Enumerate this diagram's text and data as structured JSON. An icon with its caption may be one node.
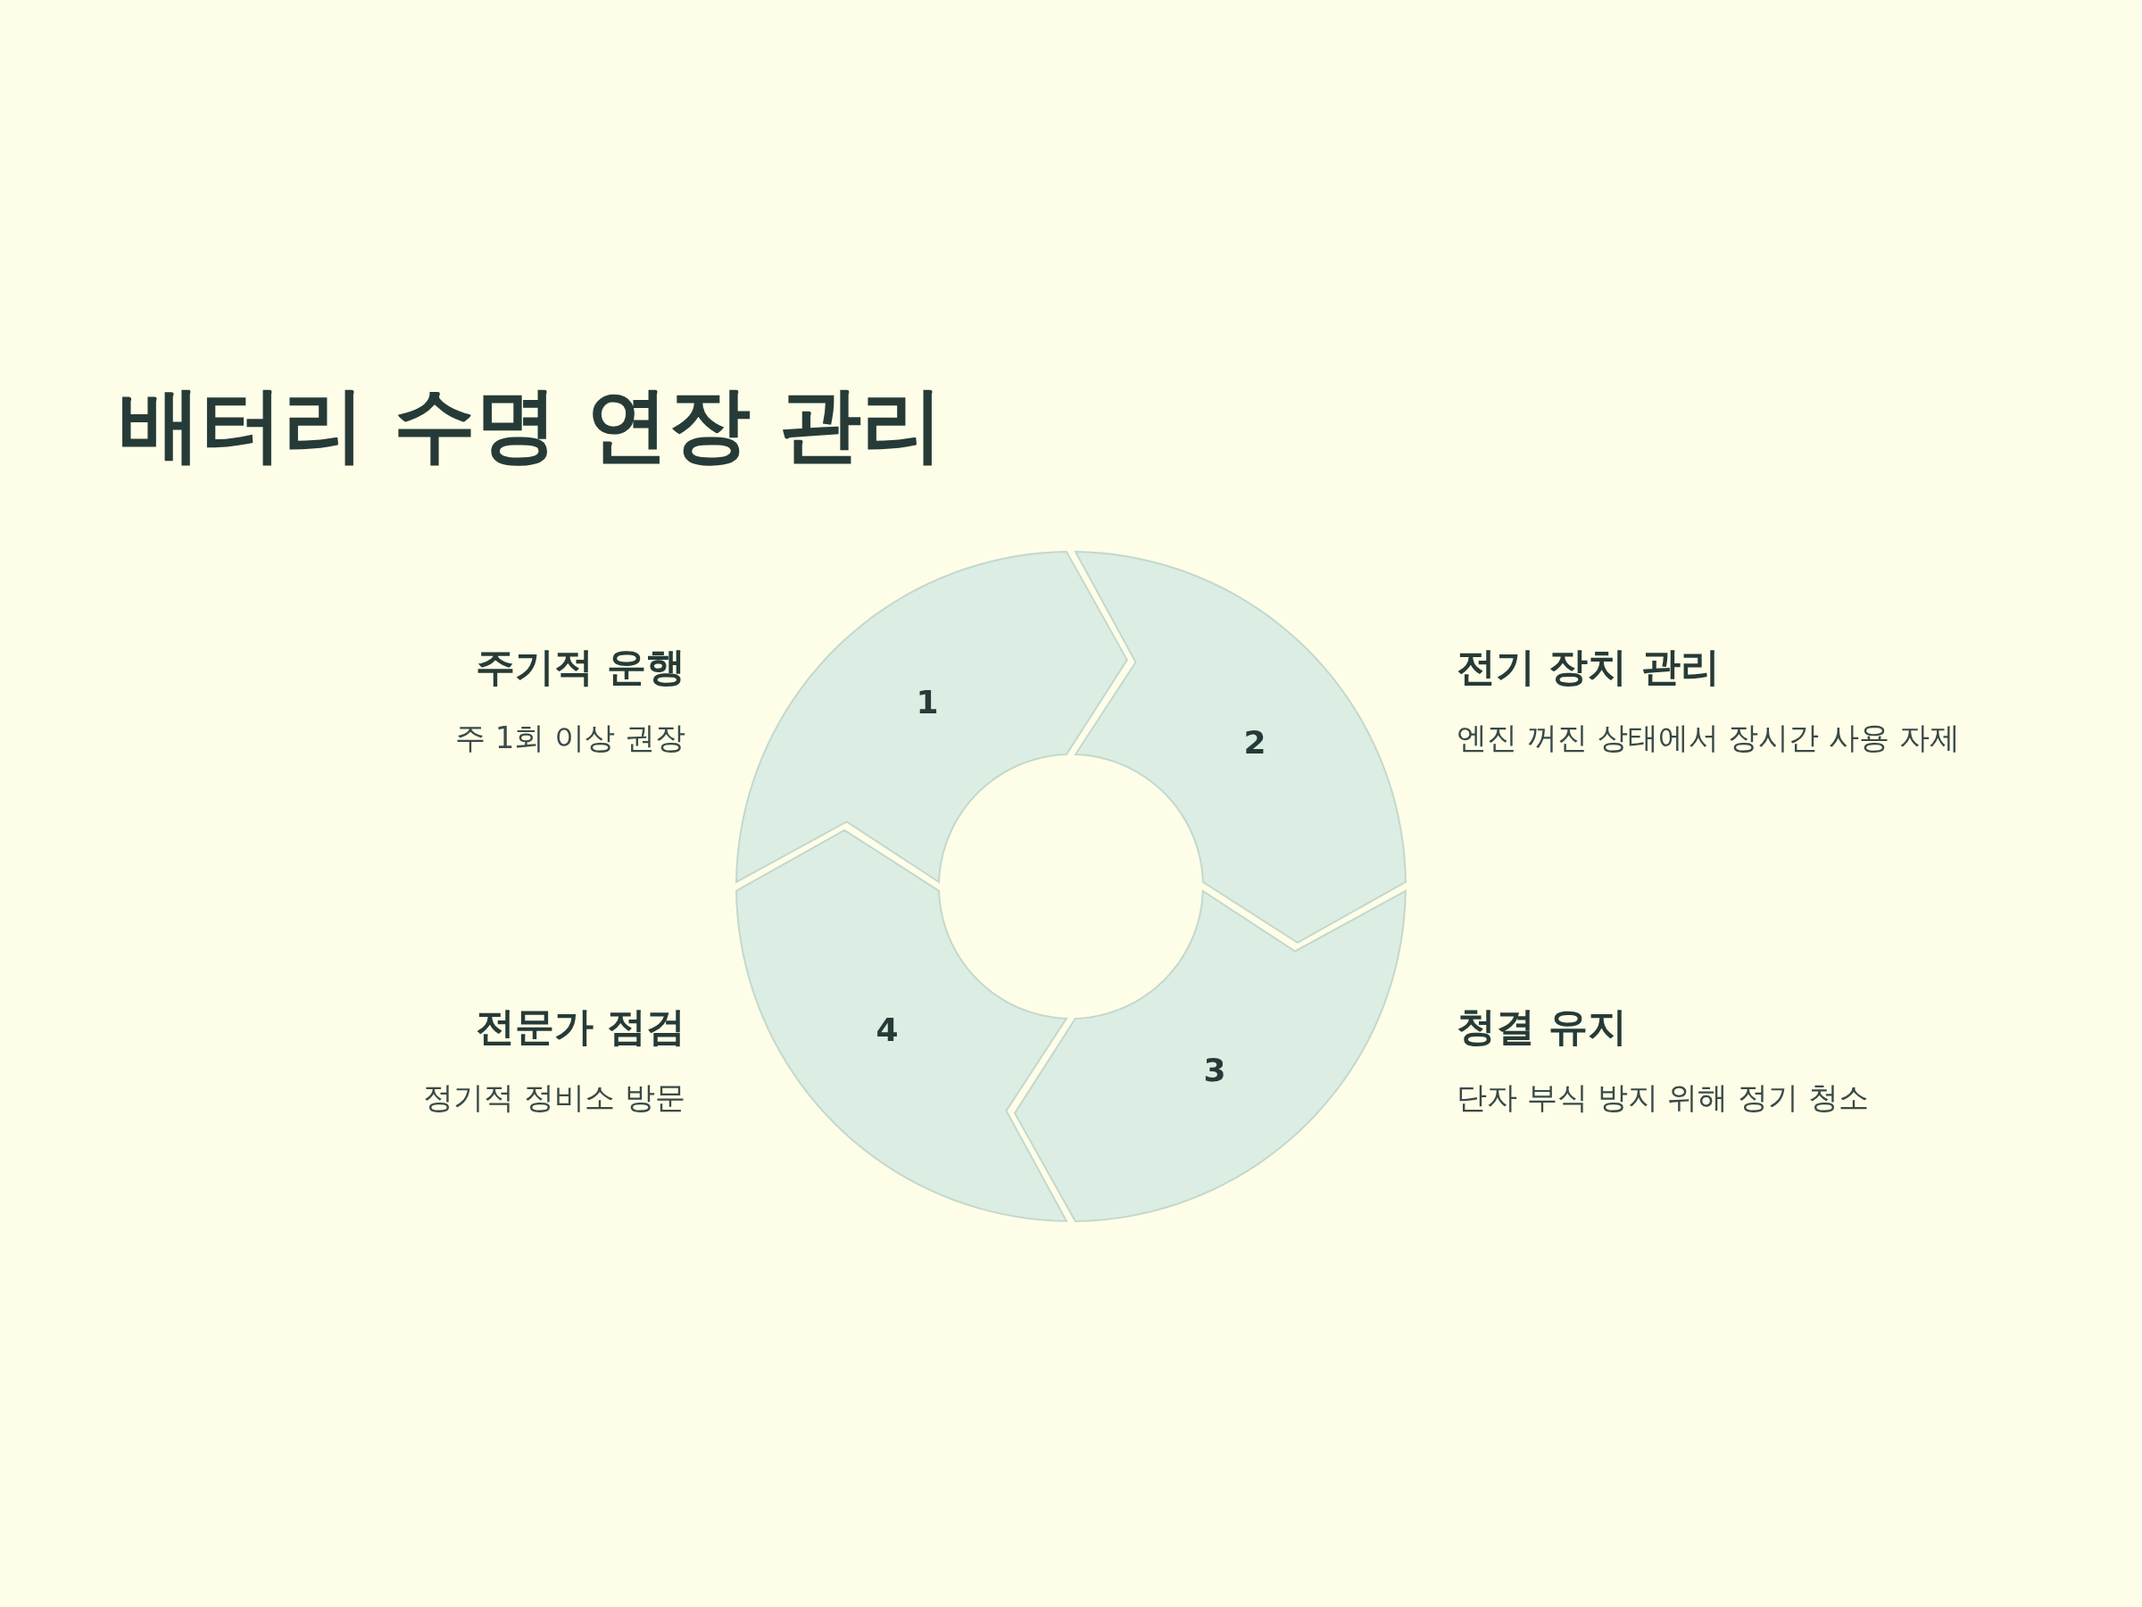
{
  "diagram": {
    "title": "배터리 수명 연장 관리",
    "nodes": [
      {
        "text": [
          "1"
        ],
        "beside": [
          "주기적 운행",
          "주 1회 이상 권장"
        ]
      },
      {
        "text": [
          "2"
        ],
        "beside": [
          "전기 장치 관리",
          "엔진 꺼진 상태에서 장시간 사용 자제"
        ]
      },
      {
        "text": [
          "3"
        ],
        "beside": [
          "청결 유지",
          "단자 부식 방지 위해 정기 청소"
        ]
      },
      {
        "text": [
          "4"
        ],
        "beside": [
          "전문가 점검",
          "정기적 정비소 방문"
        ]
      }
    ]
  }
}
